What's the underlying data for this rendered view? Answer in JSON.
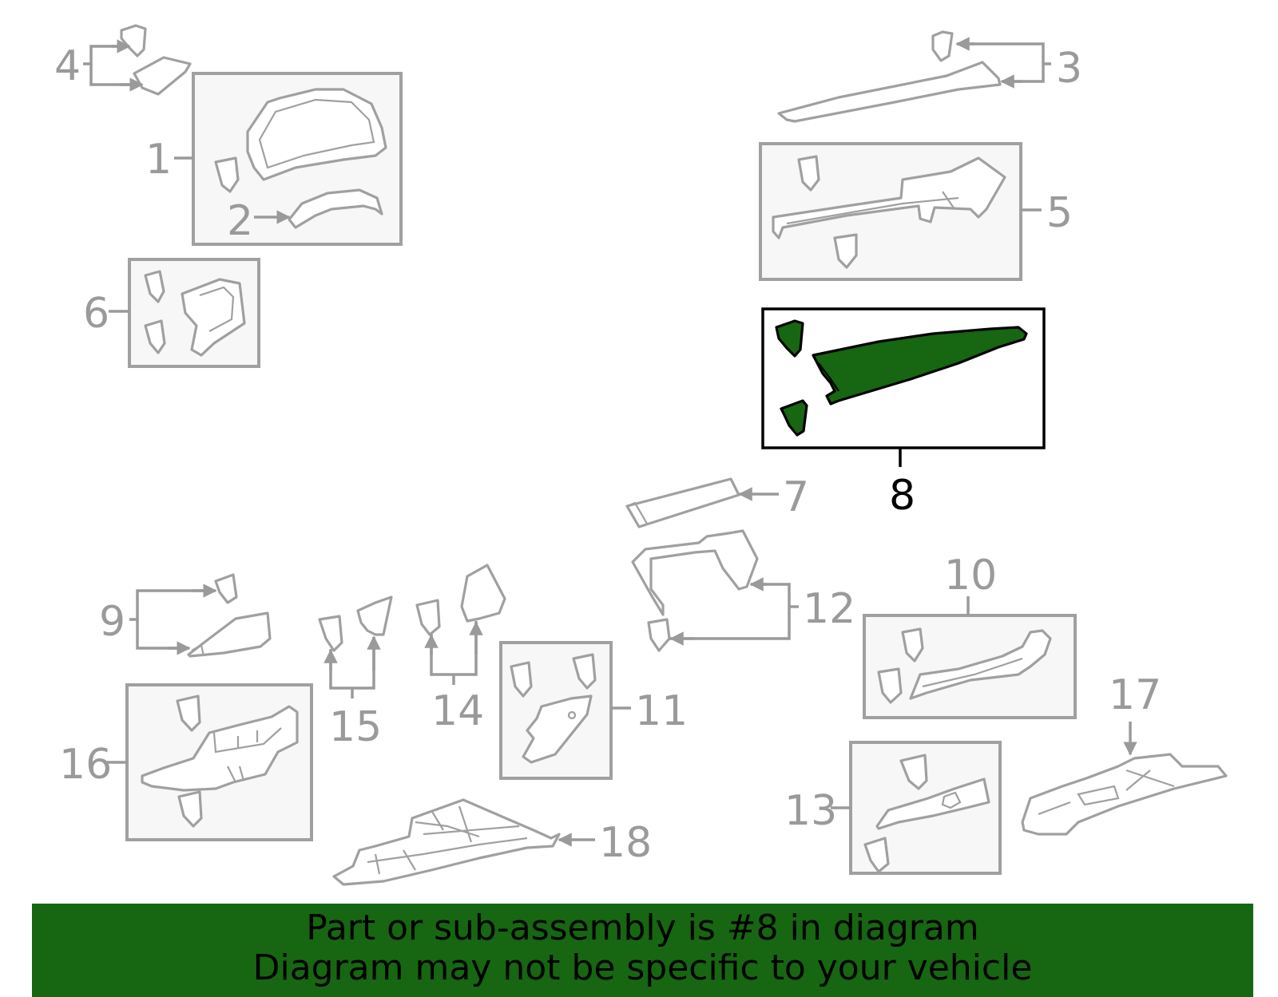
{
  "colors": {
    "highlight_fill": "#176612",
    "part_stroke": "#a0a0a0",
    "label_gray": "#9a9a9a",
    "banner_bg": "#176612",
    "banner_text": "#000000"
  },
  "callouts": {
    "c1": "1",
    "c2": "2",
    "c3": "3",
    "c4": "4",
    "c5": "5",
    "c6": "6",
    "c7": "7",
    "c8": "8",
    "c9": "9",
    "c10": "10",
    "c11": "11",
    "c12": "12",
    "c13": "13",
    "c14": "14",
    "c15": "15",
    "c16": "16",
    "c17": "17",
    "c18": "18"
  },
  "highlighted_part": "8",
  "banner": {
    "line1": "Part or sub-assembly is #8 in diagram",
    "line2": "Diagram may not be specific to your vehicle"
  }
}
